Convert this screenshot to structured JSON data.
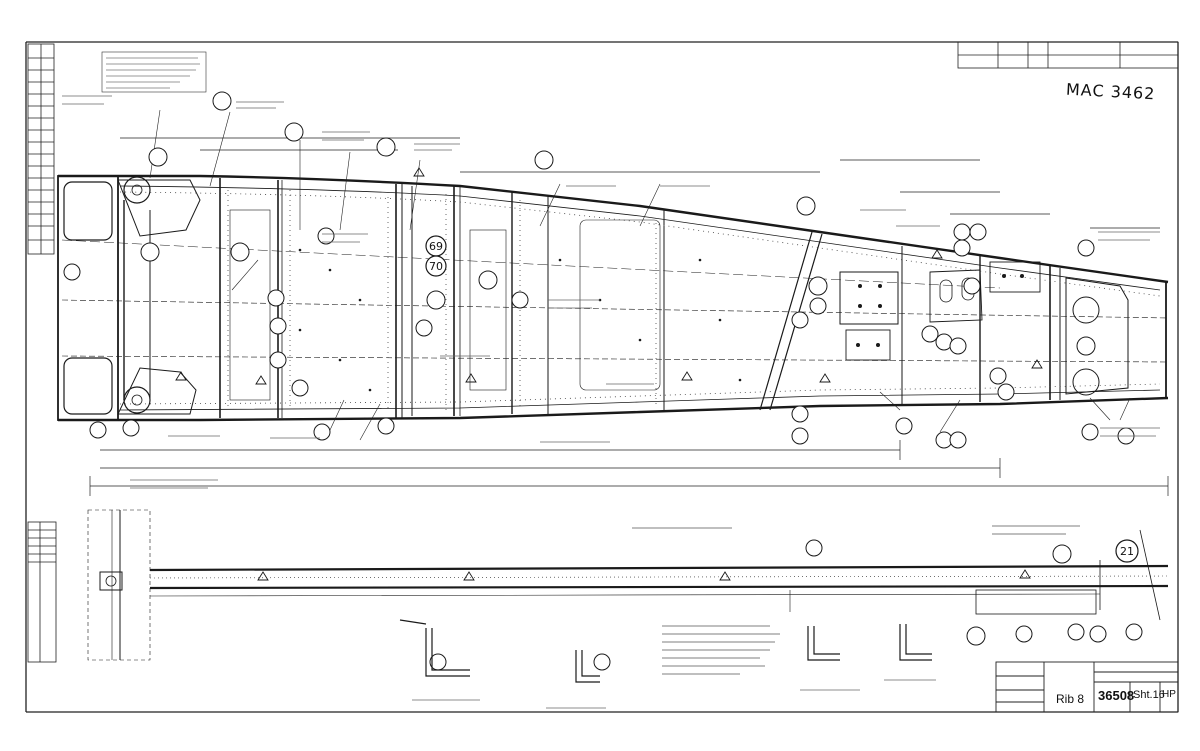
{
  "drawing": {
    "handwritten_ref": "MAC 3462",
    "rib_title": "Rib 8",
    "drawing_number": "36508",
    "sheet_ref": "Sht.16",
    "sheet_suffix": "HP",
    "balloon_numbers": [
      "69",
      "70",
      "21"
    ]
  },
  "colors": {
    "paper": "#ffffff",
    "ink": "#1a1a1a",
    "light_ink": "#555555"
  }
}
